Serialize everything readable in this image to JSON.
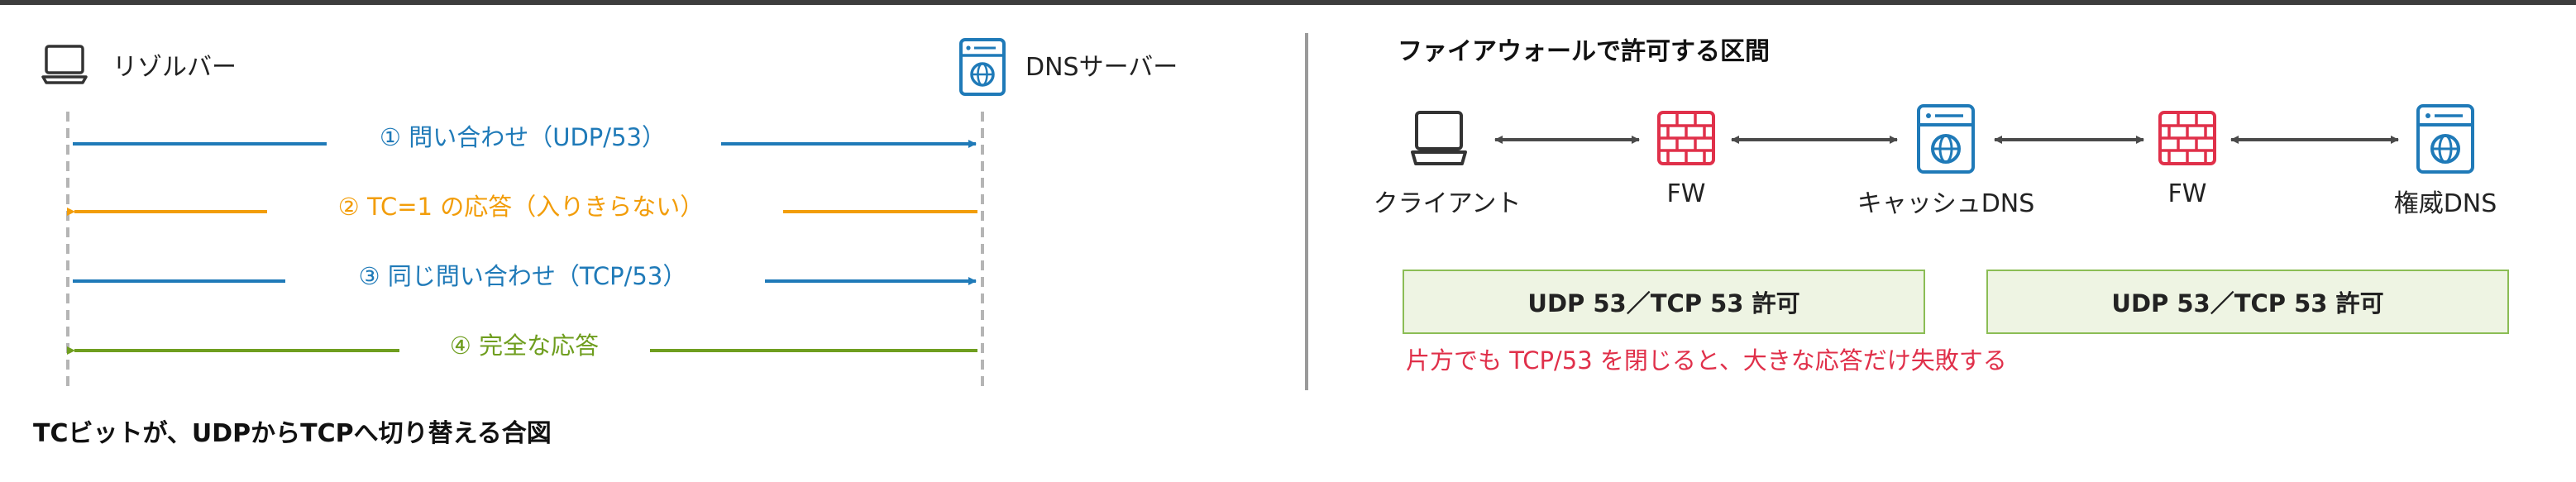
{
  "sequence": {
    "client_label": "リゾルバー",
    "server_label": "DNSサーバー",
    "messages": [
      {
        "text": "① 問い合わせ（UDP/53）",
        "color": "#1f7ab8",
        "direction": "right"
      },
      {
        "text": "② TC=1 の応答（入りきらない）",
        "color": "#f29d0a",
        "direction": "left"
      },
      {
        "text": "③ 同じ問い合わせ（TCP/53）",
        "color": "#1f7ab8",
        "direction": "right"
      },
      {
        "text": "④ 完全な応答",
        "color": "#6f9e1f",
        "direction": "left"
      }
    ],
    "caption": "TCビットが、UDPからTCPへ切り替える合図"
  },
  "firewall": {
    "title": "ファイアウォールで許可する区間",
    "nodes": [
      {
        "label": "クライアント",
        "icon": "laptop-icon"
      },
      {
        "label": "FW",
        "icon": "firewall-icon"
      },
      {
        "label": "キャッシュDNS",
        "icon": "dns-server-icon"
      },
      {
        "label": "FW",
        "icon": "firewall-icon"
      },
      {
        "label": "権威DNS",
        "icon": "dns-server-icon"
      }
    ],
    "boxes": [
      {
        "text": "UDP 53／TCP 53 許可"
      },
      {
        "text": "UDP 53／TCP 53 許可"
      }
    ],
    "warning": "片方でも TCP/53 を閉じると、大きな応答だけ失敗する"
  },
  "colors": {
    "blue": "#1f7ab8",
    "orange": "#f29d0a",
    "green": "#6f9e1f",
    "red": "#e0304a",
    "box_fill": "#eef4e3",
    "box_border": "#8bbd55"
  }
}
